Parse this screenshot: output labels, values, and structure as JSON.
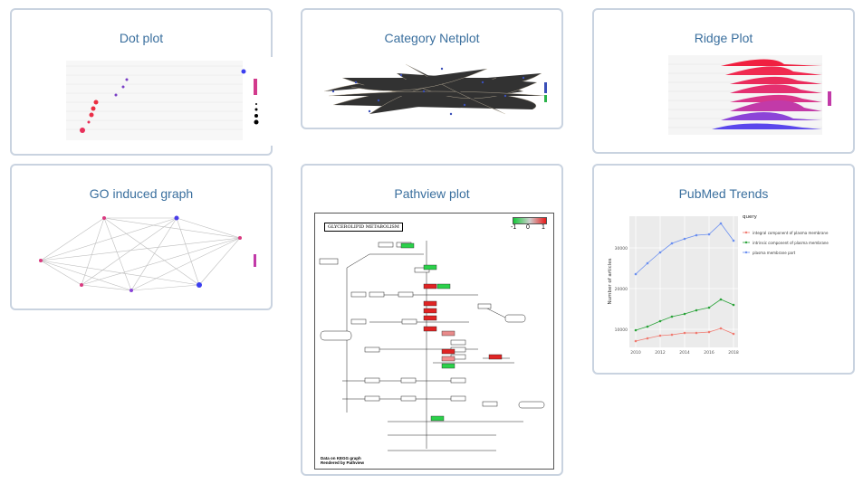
{
  "cards": [
    {
      "id": "dot-plot",
      "title": "Dot plot"
    },
    {
      "id": "category-netplot",
      "title": "Category Netplot"
    },
    {
      "id": "ridge-plot",
      "title": "Ridge Plot"
    },
    {
      "id": "go-induced-graph",
      "title": "GO induced graph"
    },
    {
      "id": "pathview-plot",
      "title": "Pathview plot"
    },
    {
      "id": "pubmed-trends",
      "title": "PubMed Trends"
    }
  ],
  "pathview": {
    "title": "GLYCEROLIPID METABOLISM",
    "legend_labels": [
      "-1",
      "0",
      "1"
    ],
    "footer_lines": [
      "Data on KEGG graph",
      "Rendered by Pathview"
    ]
  },
  "pubmed": {
    "legend_title": "query",
    "series": [
      {
        "name": "integral component of plasma membrane",
        "color": "#f07a70"
      },
      {
        "name": "intrinsic component of plasma membrane",
        "color": "#2ba33a"
      },
      {
        "name": "plasma membrane part",
        "color": "#6a8ff0"
      }
    ],
    "ylabel": "Number of articles",
    "yticks": [
      "10000",
      "20000",
      "30000"
    ],
    "xticks": [
      "2010",
      "2012",
      "2014",
      "2016",
      "2018"
    ]
  },
  "colors": {
    "title": "#3a6f9e",
    "border": "#c9d3e0"
  }
}
